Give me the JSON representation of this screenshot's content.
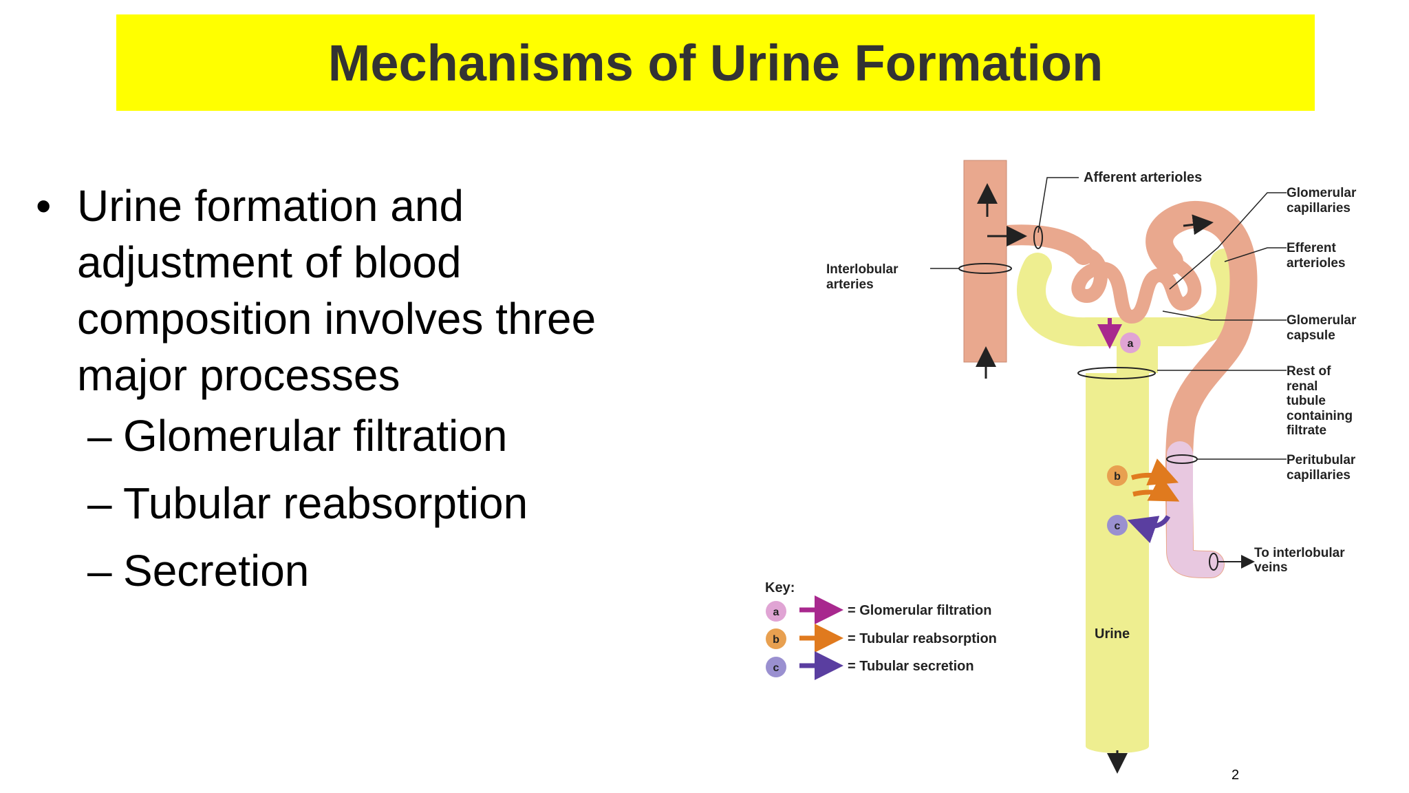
{
  "slide": {
    "title": "Mechanisms of Urine Formation",
    "title_bg": "#FFFF00",
    "page_number": "2"
  },
  "content": {
    "bullet": "Urine formation and adjustment of blood composition involves three major processes",
    "bullet_lines": [
      "Urine formation and",
      "adjustment of blood",
      "composition involves three",
      "major processes"
    ],
    "sub_items": [
      "Glomerular filtration",
      "Tubular reabsorption",
      "Secretion"
    ]
  },
  "diagram": {
    "labels": {
      "afferent": "Afferent arterioles",
      "glomerular_capillaries": [
        "Glomerular",
        "capillaries"
      ],
      "efferent": [
        "Efferent",
        "arterioles"
      ],
      "interlobular_arteries": [
        "Interlobular",
        "arteries"
      ],
      "glomerular_capsule": [
        "Glomerular",
        "capsule"
      ],
      "rest_of_tubule": [
        "Rest of",
        "renal",
        "tubule",
        "containing",
        "filtrate"
      ],
      "peritubular": [
        "Peritubular",
        "capillaries"
      ],
      "to_veins": [
        "To interlobular",
        "veins"
      ],
      "urine": "Urine"
    },
    "key": {
      "title": "Key:",
      "items": [
        {
          "letter": "a",
          "text": "= Glomerular filtration",
          "color": "#A8288E",
          "badge": "#E0A4D4"
        },
        {
          "letter": "b",
          "text": "= Tubular reabsorption",
          "color": "#E07A1E",
          "badge": "#E8A050"
        },
        {
          "letter": "c",
          "text": "= Tubular secretion",
          "color": "#5A3EA0",
          "badge": "#9A90D0"
        }
      ]
    },
    "colors": {
      "artery": "#E9A88E",
      "tubule": "#EEEE90",
      "peritubular": "#E8C8E0",
      "outline": "#333333"
    }
  }
}
